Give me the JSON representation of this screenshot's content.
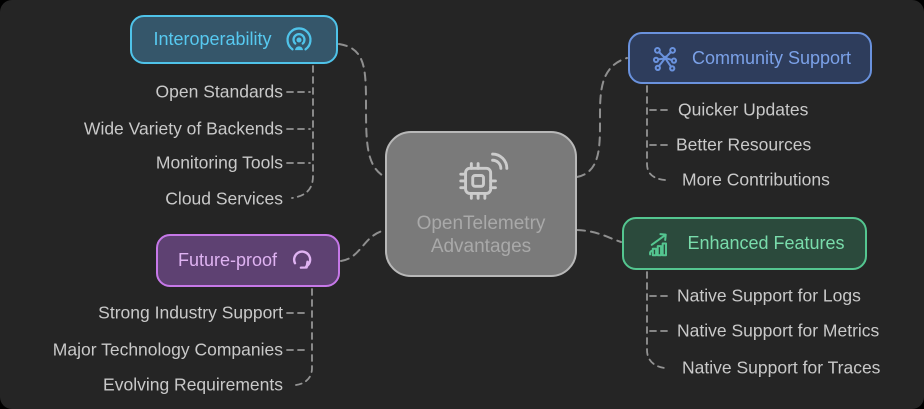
{
  "center": {
    "line1": "OpenTelemetry",
    "line2": "Advantages",
    "icon": "chip-signal-icon",
    "fill": "#7a7a7a",
    "border_color": "#b8b8b8",
    "text_color": "#a9a9a9"
  },
  "branches": [
    {
      "id": "interoperability",
      "label": "Interoperability",
      "icon": "podcast-broadcast-icon",
      "accent": "#4fc3e9",
      "fill": "#35566a",
      "text_color": "#57c9f0",
      "items": [
        "Open Standards",
        "Wide Variety of Backends",
        "Monitoring Tools",
        "Cloud Services"
      ]
    },
    {
      "id": "community-support",
      "label": "Community Support",
      "icon": "network-nodes-icon",
      "accent": "#6a92dd",
      "fill": "#2e3d5c",
      "text_color": "#7ba1e8",
      "items": [
        "Quicker Updates",
        "Better Resources",
        "More Contributions"
      ]
    },
    {
      "id": "future-proof",
      "label": "Future-proof",
      "icon": "redo-arrow-icon",
      "accent": "#c678e8",
      "fill": "#5e4172",
      "text_color": "#dfb3f2",
      "items": [
        "Strong Industry Support",
        "Major Technology Companies",
        "Evolving Requirements"
      ]
    },
    {
      "id": "enhanced-features",
      "label": "Enhanced Features",
      "icon": "bar-chart-up-icon",
      "accent": "#54c690",
      "fill": "#2b4a3c",
      "text_color": "#79dcab",
      "items": [
        "Native Support for Logs",
        "Native Support for Metrics",
        "Native Support for Traces"
      ]
    }
  ],
  "colors": {
    "background": "#252525",
    "connector": "#8f8f8f",
    "item_text": "#c9c9c9"
  }
}
